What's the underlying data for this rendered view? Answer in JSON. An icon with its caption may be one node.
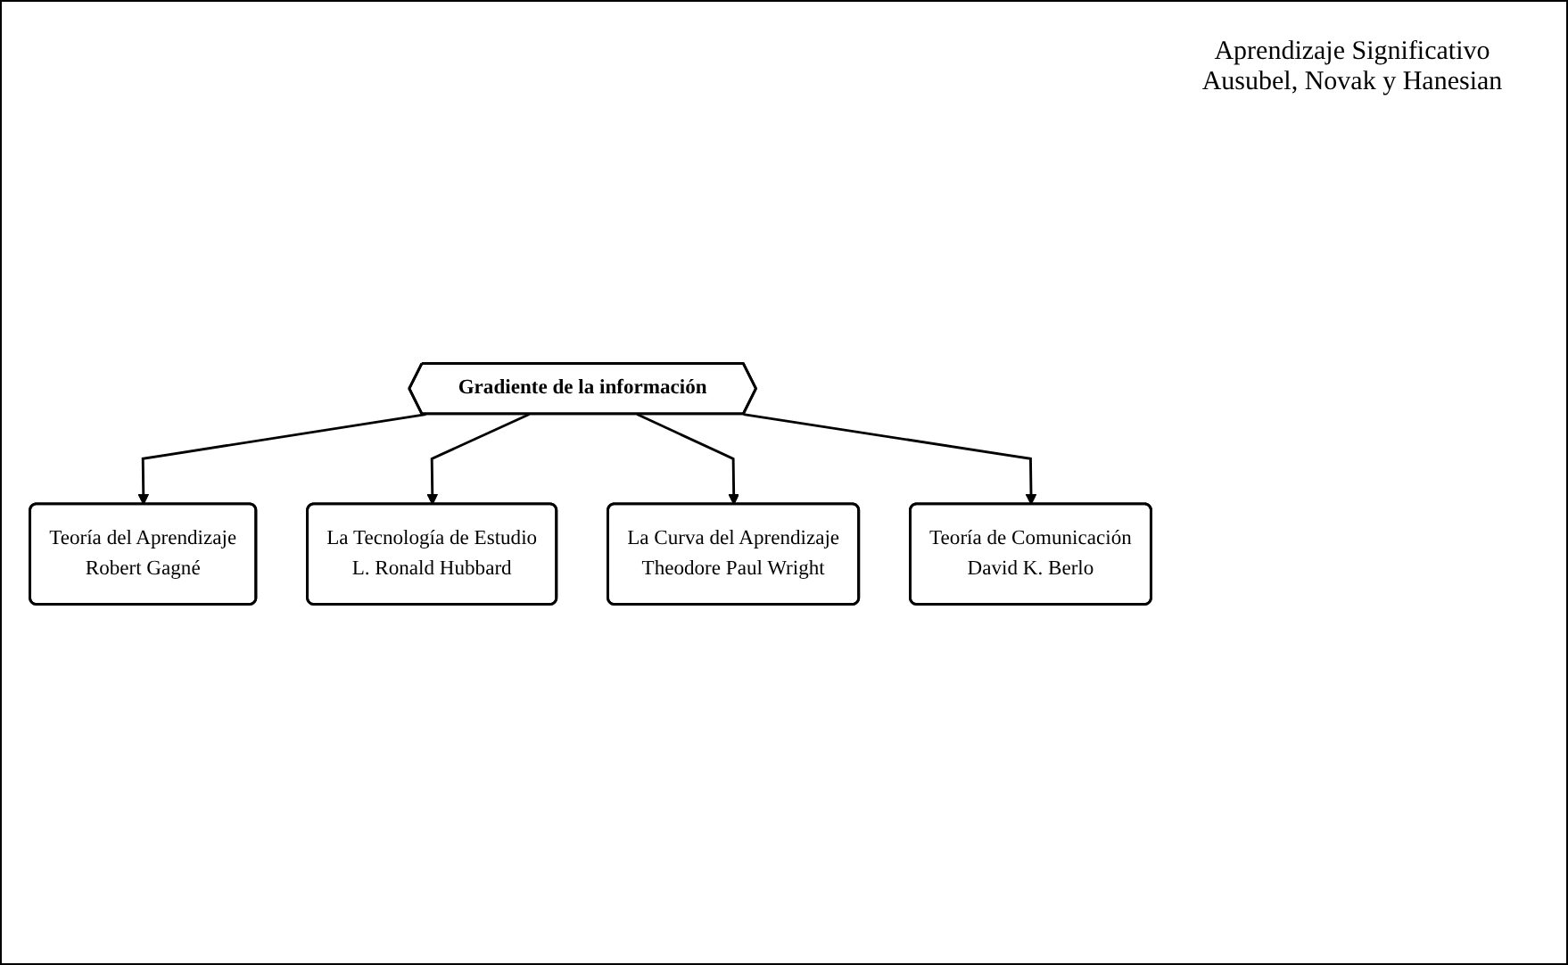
{
  "diagram": {
    "nodes": [
      {
        "text": [
          "Teoría del Aprendizaje",
          "Robert Gagné"
        ]
      },
      {
        "text": [
          "La Tecnología de Estudio",
          "L. Ronald Hubbard"
        ]
      },
      {
        "text": [
          "Gradiente de la información"
        ]
      },
      {
        "text": [
          "La Curva del Aprendizaje",
          "Theodore Paul Wright"
        ]
      },
      {
        "text": [
          "Teoría de Comunicación",
          "David K. Berlo"
        ]
      }
    ],
    "edges": [
      {
        "from": 2,
        "to": 0,
        "arrow": "to"
      },
      {
        "from": 2,
        "to": 1,
        "arrow": "to"
      },
      {
        "from": 2,
        "to": 3,
        "arrow": "to"
      },
      {
        "from": 2,
        "to": 4,
        "arrow": "to"
      }
    ],
    "labels": [
      "Aprendizaje Significativo Ausubel, Novak y Hanesian"
    ]
  }
}
